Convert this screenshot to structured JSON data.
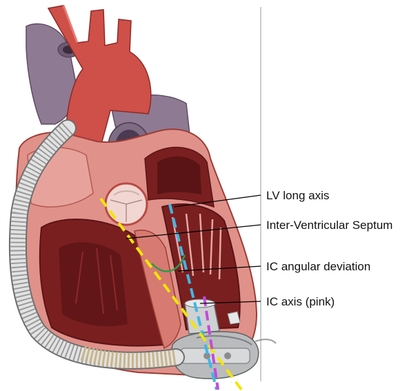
{
  "labels": {
    "lv_long_axis": "LV long axis",
    "septum": "Inter-Ventricular Septum",
    "ic_angular_deviation": "IC angular deviation",
    "ic_axis": "IC axis (pink)"
  },
  "colors": {
    "lv_axis_line": "#3fb7e6",
    "septum_line": "#f2e600",
    "ic_axis_line": "#c24bd9",
    "angle_arc": "#2e9a4a",
    "myocardium": "#c84e46",
    "chamber": "#7a1f20",
    "vessel_purple": "#8e7a93",
    "aorta_red": "#cf4f49",
    "pump_metal": "#b9bbbd",
    "outflow_graft": "#c9b58a",
    "inflow_graft": "#d8d8d8"
  },
  "icons": [
    "heart-illustration",
    "lvad-pump-icon"
  ]
}
